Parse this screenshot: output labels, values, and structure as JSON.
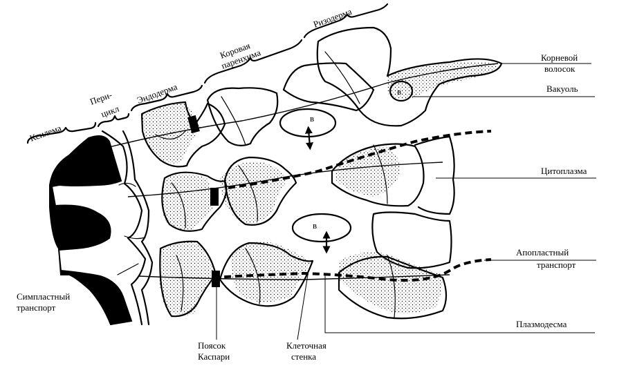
{
  "labels": {
    "xylem": "Ксилема",
    "pericycle_1": "Пери-",
    "pericycle_2": "цикл",
    "endodermis": "Эндодерма",
    "cortex_1": "Коровая",
    "cortex_2": "паренхима",
    "rhizodermis": "Ризодерма",
    "root_hair_1": "Корневой",
    "root_hair_2": "волосок",
    "vacuole": "Вакуоль",
    "cytoplasm": "Цитоплазма",
    "apoplast_1": "Апопластный",
    "apoplast_2": "транспорт",
    "plasmodesma": "Плазмодесма",
    "symplast_1": "Симпластный",
    "symplast_2": "транспорт",
    "casparian_1": "Поясок",
    "casparian_2": "Каспари",
    "cell_wall_1": "Клеточная",
    "cell_wall_2": "стенка",
    "vacuole_mark_1": "в",
    "vacuole_mark_2": "в",
    "vacuole_mark_3": "в"
  },
  "colors": {
    "ink": "#000000",
    "paper": "#ffffff"
  }
}
